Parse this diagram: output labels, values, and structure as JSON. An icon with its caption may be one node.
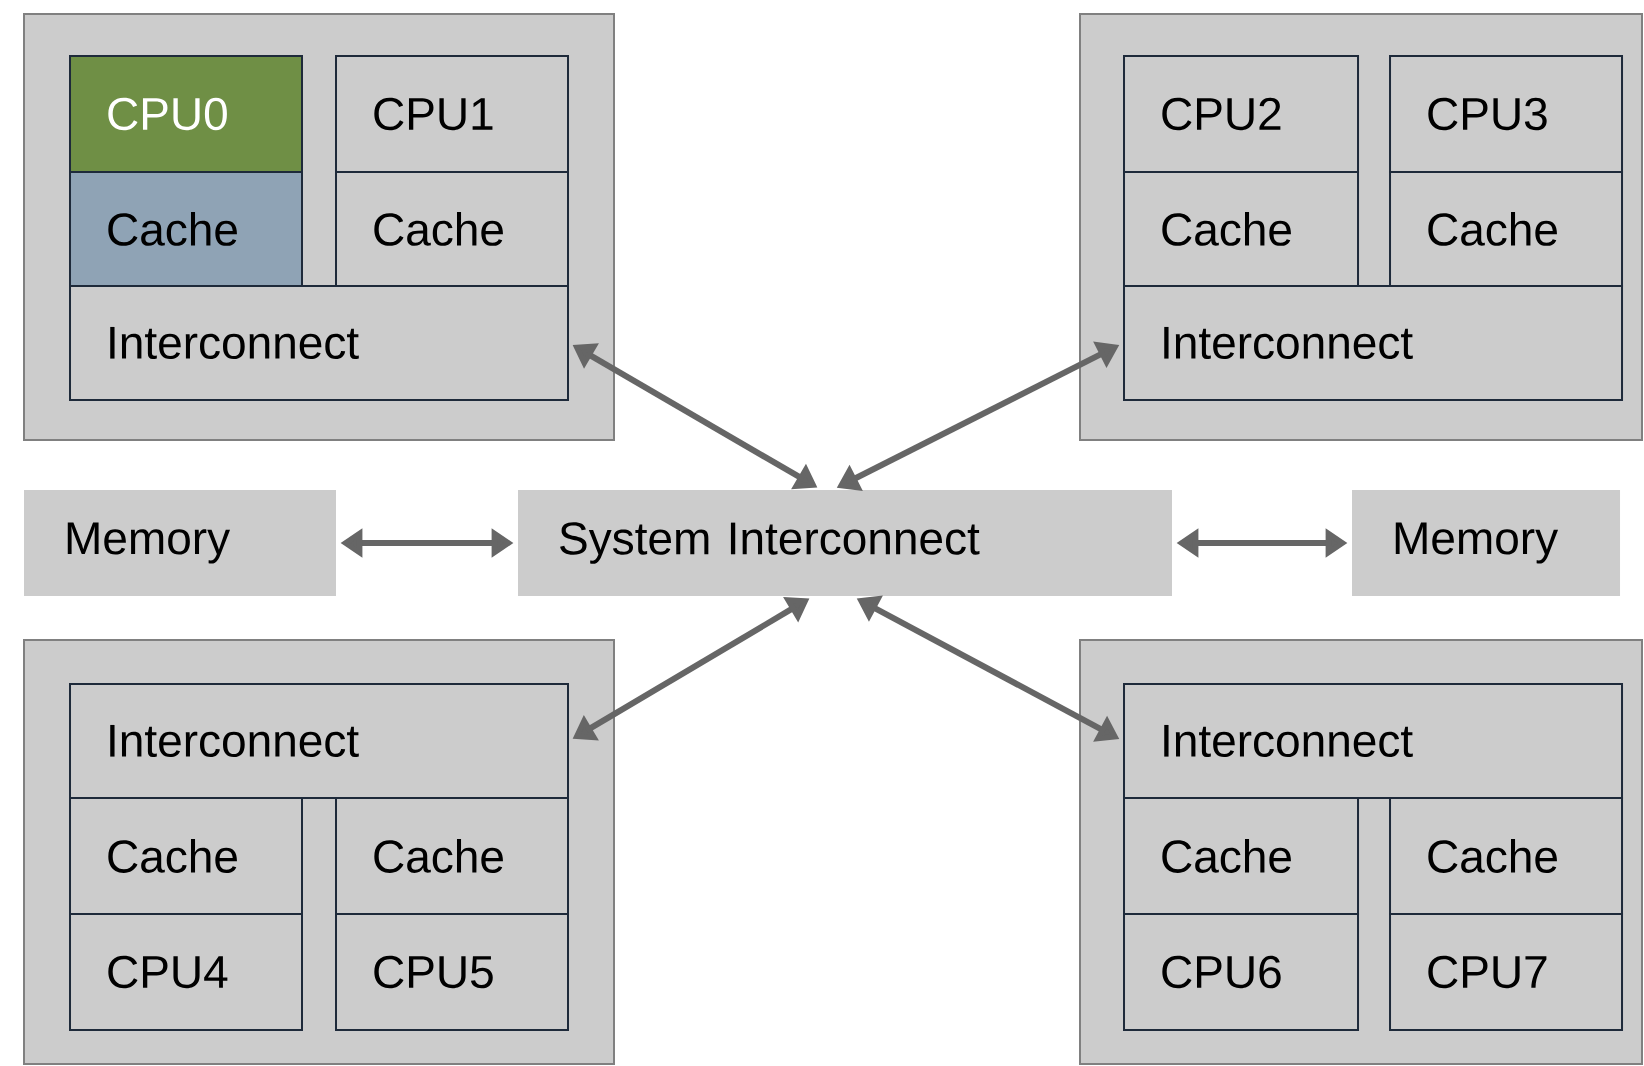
{
  "diagram": {
    "nodes": [
      {
        "text": [],
        "shape": "box"
      },
      {
        "text": [
          "CPU0"
        ],
        "in": 0
      },
      {
        "text": [
          "CPU1"
        ],
        "in": 0
      },
      {
        "text": [
          "Cache"
        ],
        "in": 0
      },
      {
        "text": [
          "Cache"
        ],
        "in": 0
      },
      {
        "text": [
          "Interconnect"
        ],
        "in": 0
      },
      {
        "text": [],
        "shape": "box"
      },
      {
        "text": [
          "CPU2"
        ],
        "in": 6
      },
      {
        "text": [
          "CPU3"
        ],
        "in": 6
      },
      {
        "text": [
          "Cache"
        ],
        "in": 6
      },
      {
        "text": [
          "Cache"
        ],
        "in": 6
      },
      {
        "text": [
          "Interconnect"
        ],
        "in": 6
      },
      {
        "text": [
          "Memory"
        ]
      },
      {
        "text": [
          "System Interconnect"
        ]
      },
      {
        "text": [
          "Memory"
        ]
      },
      {
        "text": [],
        "shape": "box"
      },
      {
        "text": [
          "Interconnect"
        ],
        "in": 15
      },
      {
        "text": [
          "Cache"
        ],
        "in": 15
      },
      {
        "text": [
          "Cache"
        ],
        "in": 15
      },
      {
        "text": [
          "CPU4"
        ],
        "in": 15
      },
      {
        "text": [
          "CPU5"
        ],
        "in": 15
      },
      {
        "text": [],
        "shape": "box"
      },
      {
        "text": [
          "Interconnect"
        ],
        "in": 21
      },
      {
        "text": [
          "Cache"
        ],
        "in": 21
      },
      {
        "text": [
          "Cache"
        ],
        "in": 21
      },
      {
        "text": [
          "CPU6"
        ],
        "in": 21
      },
      {
        "text": [
          "CPU7"
        ],
        "in": 21
      }
    ],
    "edges": [
      {
        "from": 5,
        "to": 13,
        "arrow": "both"
      },
      {
        "from": 11,
        "to": 13,
        "arrow": "both"
      },
      {
        "from": 12,
        "to": 13,
        "arrow": "both"
      },
      {
        "from": 14,
        "to": 13,
        "arrow": "both"
      },
      {
        "from": 16,
        "to": 13,
        "arrow": "both"
      },
      {
        "from": 22,
        "to": 13,
        "arrow": "both"
      }
    ]
  }
}
